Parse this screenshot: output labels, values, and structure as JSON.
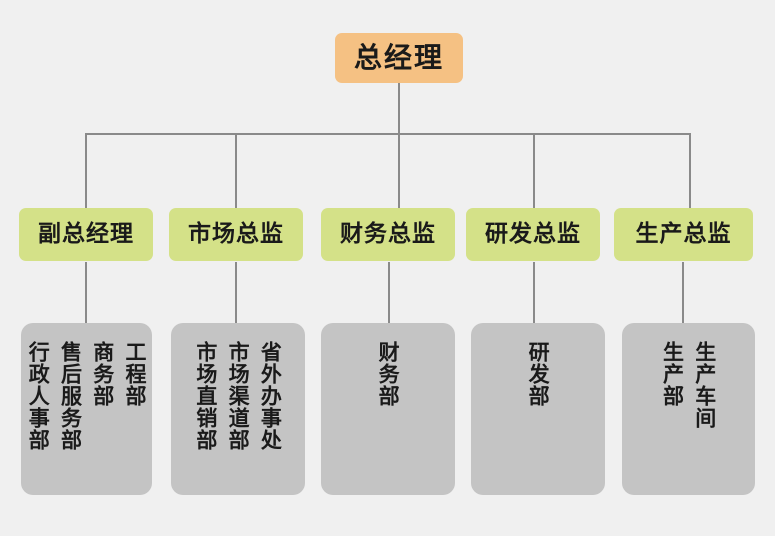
{
  "chart": {
    "type": "org-chart",
    "title": "总经理",
    "background_color": "#f0f0f0",
    "line_color": "#8a8a8a",
    "root": {
      "label": "总经理",
      "color": "#f5c183"
    },
    "level2_color": "#d4e188",
    "level3_color": "#c4c4c4",
    "branches": [
      {
        "title": "副总经理",
        "departments": [
          "工程部",
          "商务部",
          "售后服务部",
          "行政人事部"
        ]
      },
      {
        "title": "市场总监",
        "departments": [
          "省外办事处",
          "市场渠道部",
          "市场直销部"
        ]
      },
      {
        "title": "财务总监",
        "departments": [
          "财务部"
        ]
      },
      {
        "title": "研发总监",
        "departments": [
          "研发部"
        ]
      },
      {
        "title": "生产总监",
        "departments": [
          "生产车间",
          "生产部"
        ]
      }
    ]
  }
}
